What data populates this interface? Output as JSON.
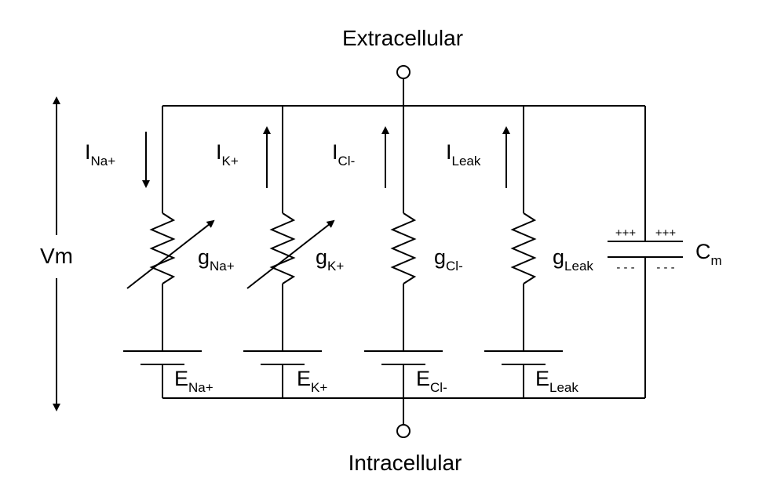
{
  "terminals": {
    "top_label": "Extracellular",
    "bottom_label": "Intracellular"
  },
  "voltage_label": "Vm",
  "branches": [
    {
      "id": "na",
      "current": {
        "main": "I",
        "sub": "Na+",
        "direction": "down"
      },
      "conductance": {
        "main": "g",
        "sub": "Na+",
        "variable": true
      },
      "reversal": {
        "main": "E",
        "sub": "Na+"
      }
    },
    {
      "id": "k",
      "current": {
        "main": "I",
        "sub": "K+",
        "direction": "up"
      },
      "conductance": {
        "main": "g",
        "sub": "K+",
        "variable": true
      },
      "reversal": {
        "main": "E",
        "sub": "K+"
      }
    },
    {
      "id": "cl",
      "current": {
        "main": "I",
        "sub": "Cl-",
        "direction": "up"
      },
      "conductance": {
        "main": "g",
        "sub": "Cl-",
        "variable": false
      },
      "reversal": {
        "main": "E",
        "sub": "Cl-"
      }
    },
    {
      "id": "leak",
      "current": {
        "main": "I",
        "sub": "Leak",
        "direction": "up"
      },
      "conductance": {
        "main": "g",
        "sub": "Leak",
        "variable": false
      },
      "reversal": {
        "main": "E",
        "sub": "Leak"
      }
    }
  ],
  "capacitor": {
    "main": "C",
    "sub": "m",
    "plus_left": "+++",
    "plus_right": "+++",
    "minus_left": "- - -",
    "minus_right": "- - -"
  }
}
